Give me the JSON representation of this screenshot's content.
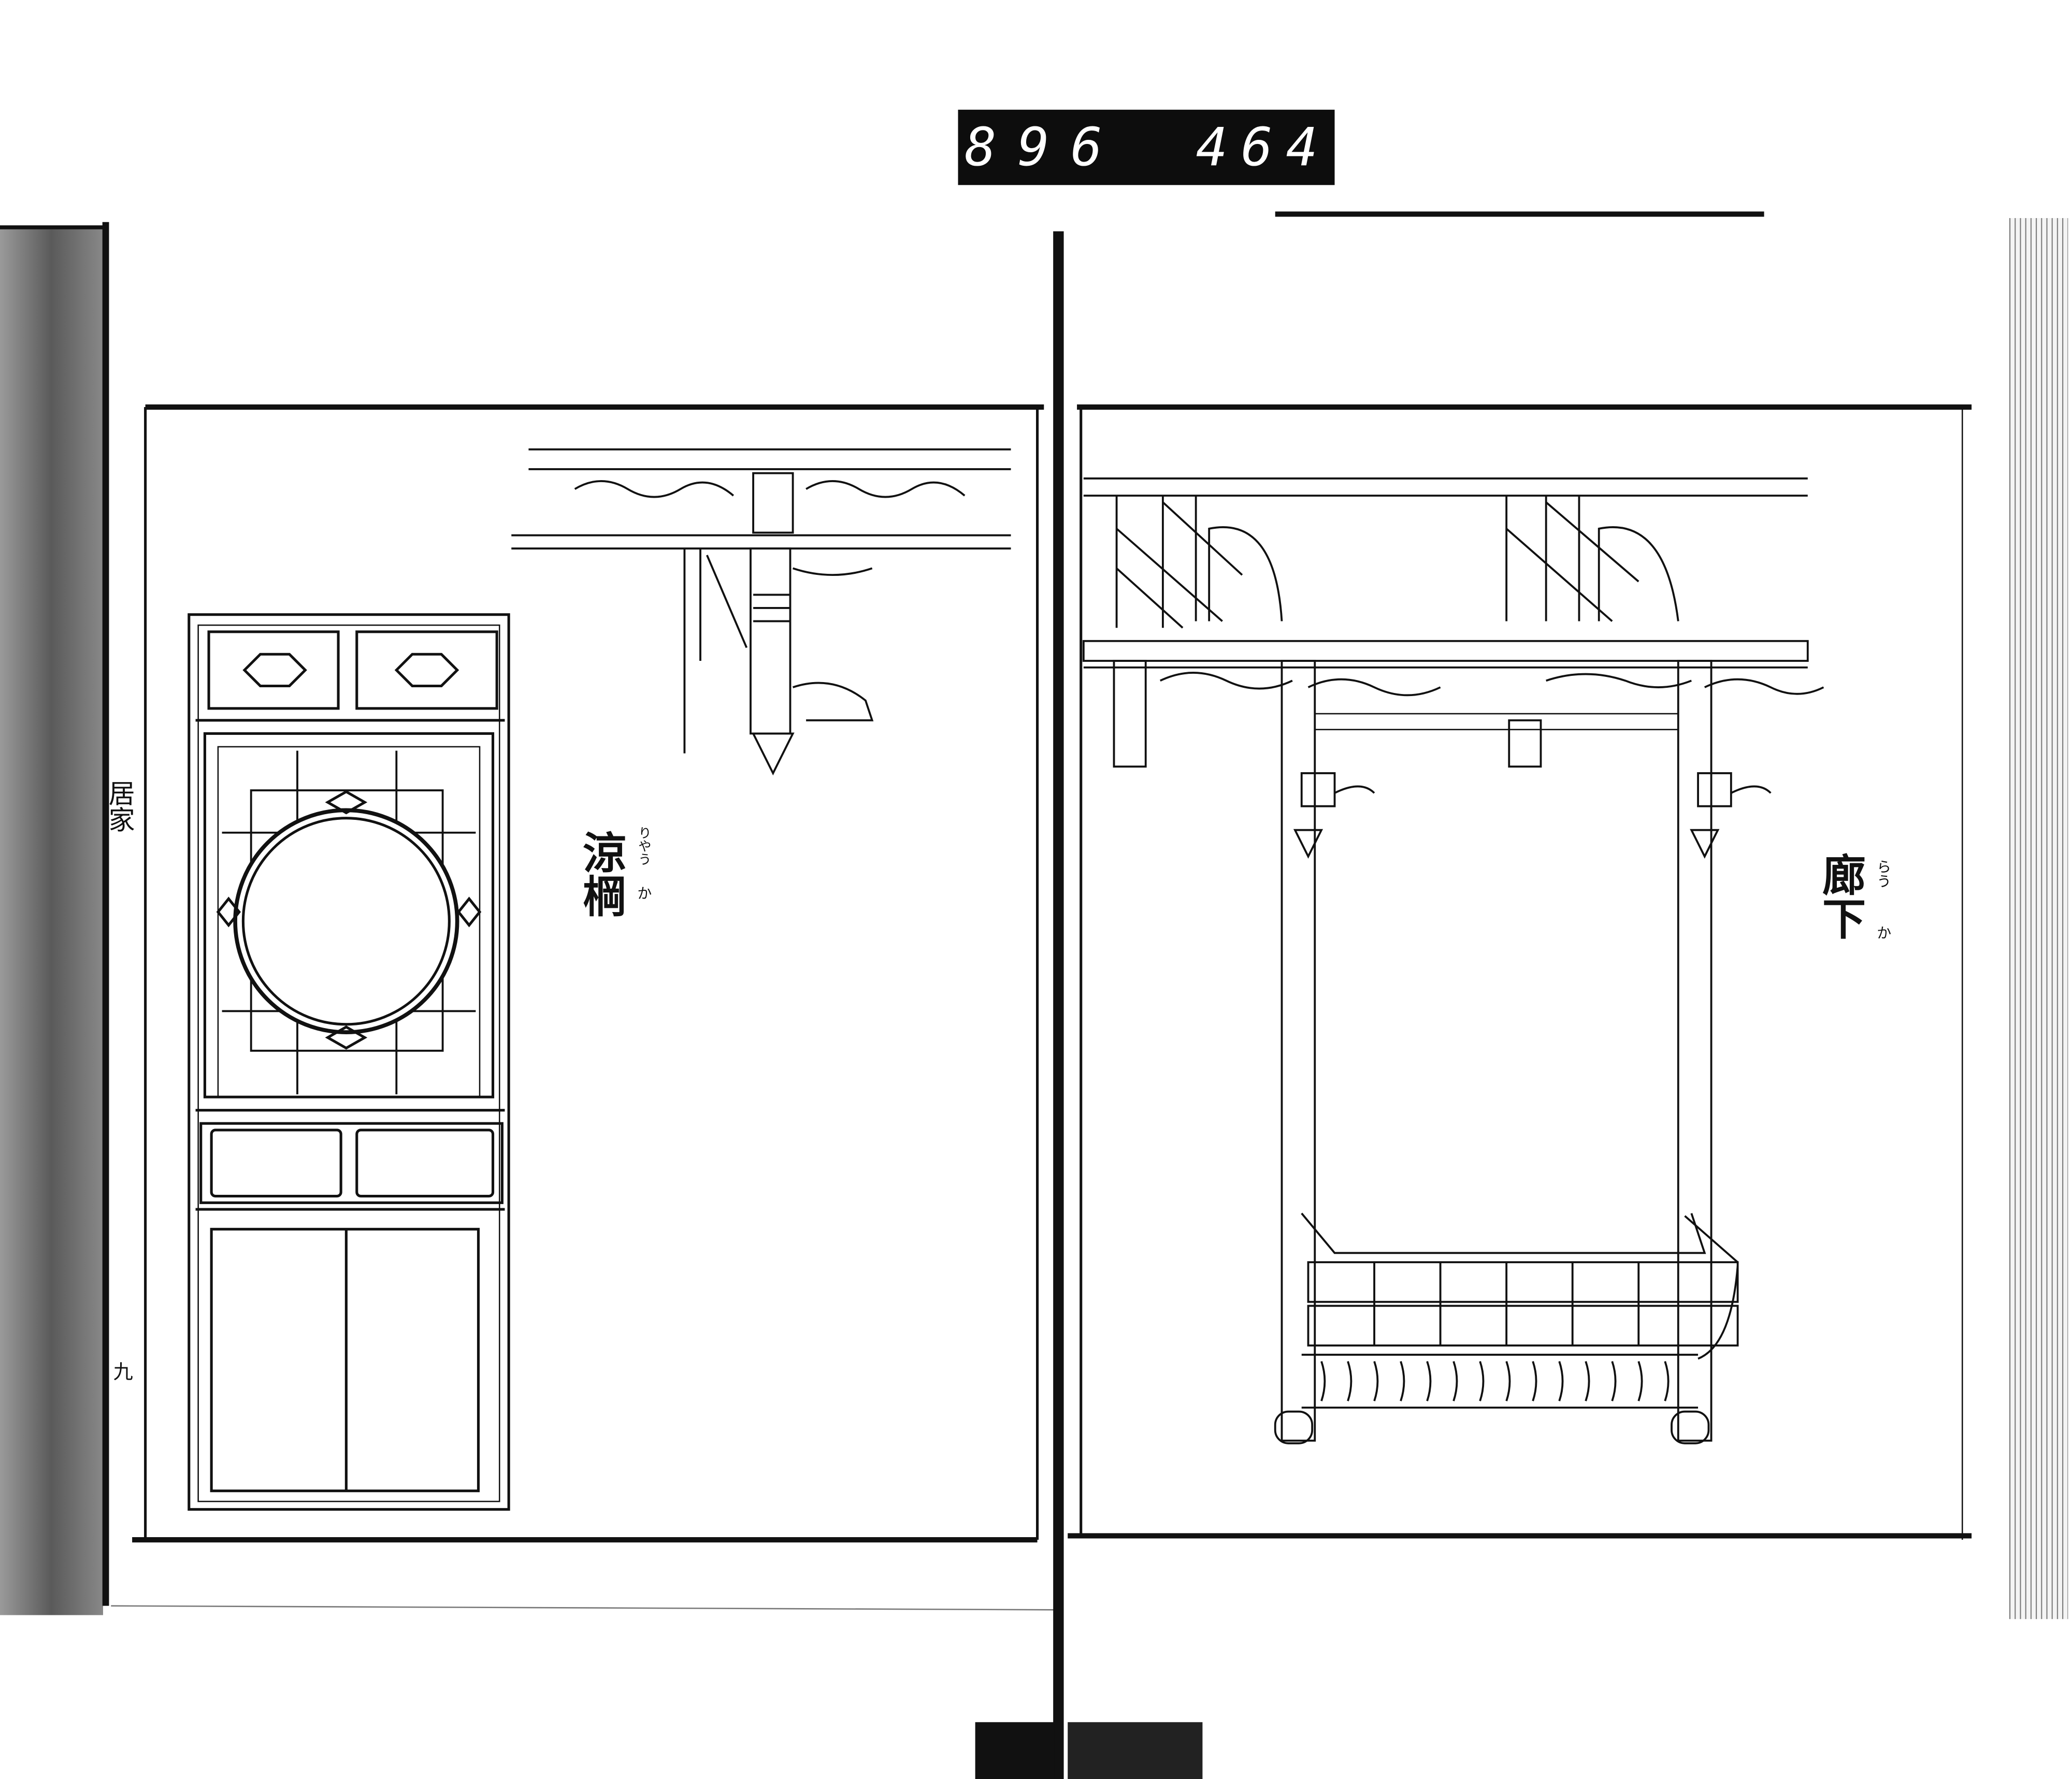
{
  "archive_number": {
    "left": "896",
    "right": "464."
  },
  "left_page": {
    "spine_title": "居家",
    "page_number": "九",
    "caption": "涼棡",
    "caption_ruby": [
      "りやう",
      "か"
    ]
  },
  "right_page": {
    "caption": "廊下",
    "caption_ruby": [
      "らう",
      "か"
    ]
  },
  "colors": {
    "ink": "#111111",
    "paper": "#ffffff",
    "shadow": "#6b6b6b"
  }
}
